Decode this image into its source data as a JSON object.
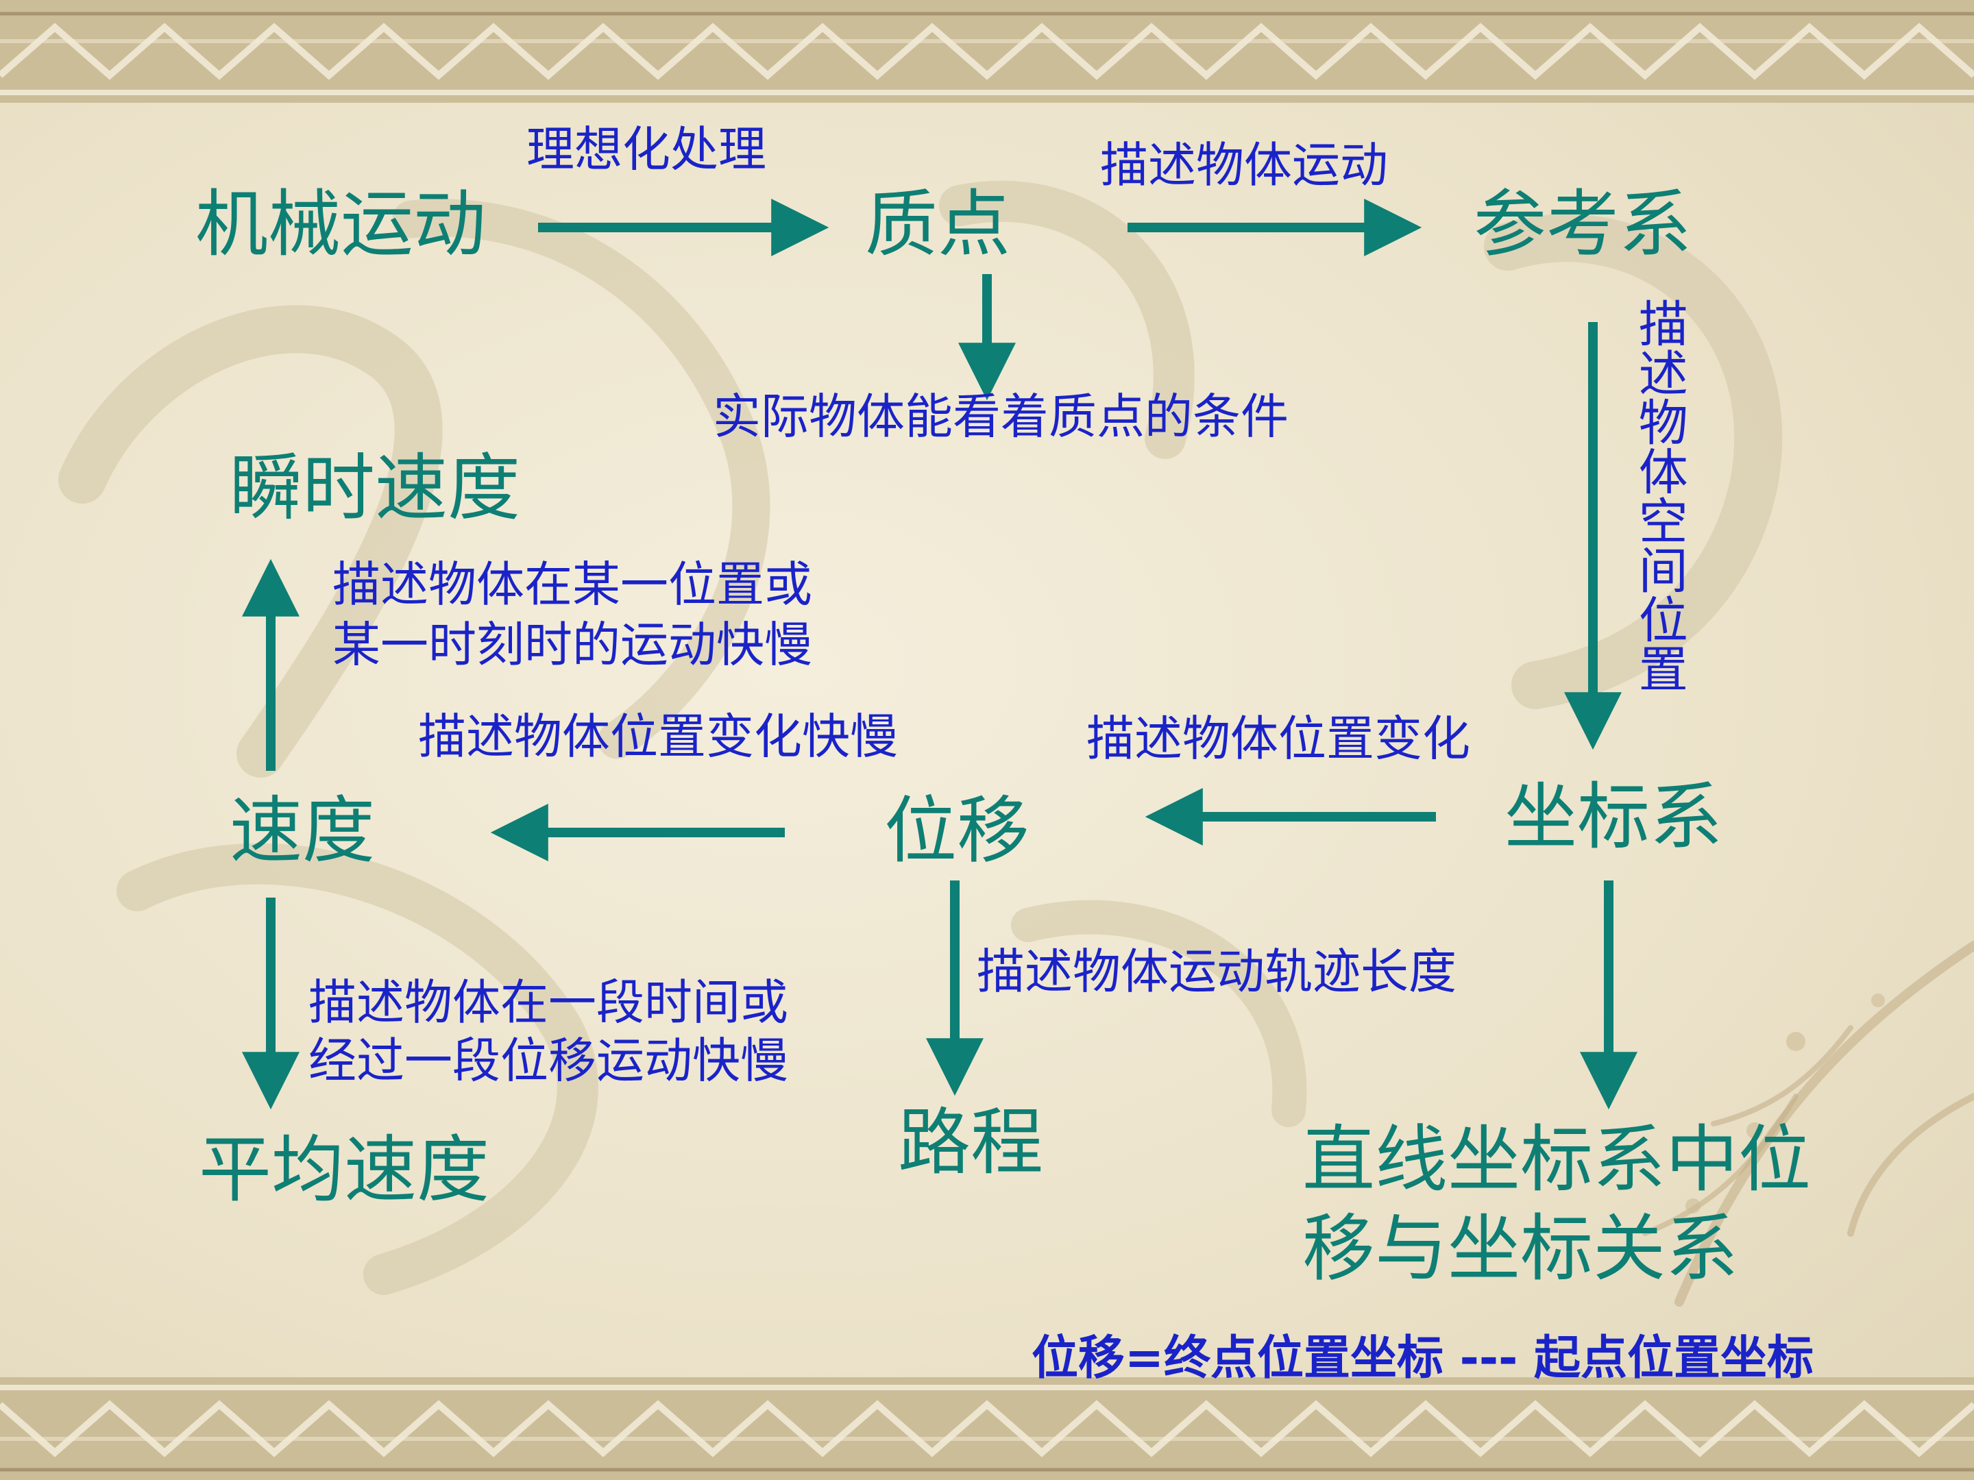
{
  "nodes": {
    "mechanical_motion": "机械运动",
    "particle": "质点",
    "reference_frame": "参考系",
    "instant_speed": "瞬时速度",
    "speed": "速度",
    "displacement": "位移",
    "coordinate_system": "坐标系",
    "average_speed": "平均速度",
    "path_length": "路程",
    "line_coordinate_relation_1": "直线坐标系中位",
    "line_coordinate_relation_2": "移与坐标关系"
  },
  "labels": {
    "idealization": "理想化处理",
    "describe_motion": "描述物体运动",
    "particle_condition": "实际物体能看着质点的条件",
    "describe_spatial_position": "描述物体空间位置",
    "instant_speed_desc_1": "描述物体在某一位置或",
    "instant_speed_desc_2": "某一时刻时的运动快慢",
    "speed_desc": "描述物体位置变化快慢",
    "displacement_desc": "描述物体位置变化",
    "average_speed_desc_1": "描述物体在一段时间或",
    "average_speed_desc_2": "经过一段位移运动快慢",
    "path_desc": "描述物体运动轨迹长度",
    "formula": "位移=终点位置坐标 --- 起点位置坐标"
  },
  "colors": {
    "node": "#0e7f74",
    "label": "#1a23c8",
    "arrow": "#0e7f74",
    "background": "#ece3cc",
    "border": "#c9bb97"
  }
}
